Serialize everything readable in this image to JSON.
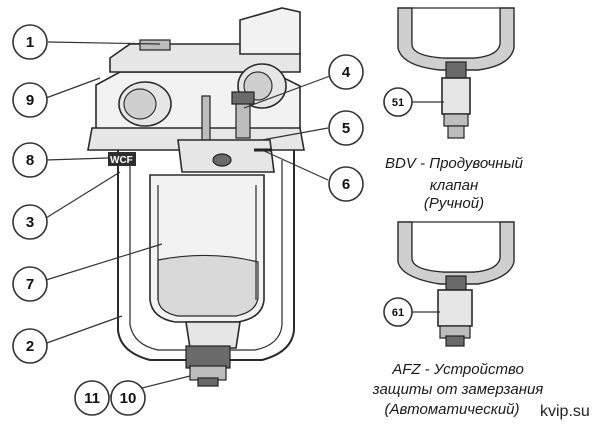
{
  "callouts": {
    "c1": "1",
    "c2": "2",
    "c3": "3",
    "c4": "4",
    "c5": "5",
    "c6": "6",
    "c7": "7",
    "c8": "8",
    "c9": "9",
    "c10": "10",
    "c11": "11",
    "c51": "51",
    "c61": "61"
  },
  "captions": {
    "bdv_line1": "BDV - Продувочный",
    "bdv_line2": "клапан",
    "bdv_line3": "(Ручной)",
    "afz_line1": "AFZ - Устройство",
    "afz_line2": "защиты  от замерзания",
    "afz_line3": "(Автоматический)"
  },
  "watermark": "kvip.su",
  "body_label": "WCF"
}
